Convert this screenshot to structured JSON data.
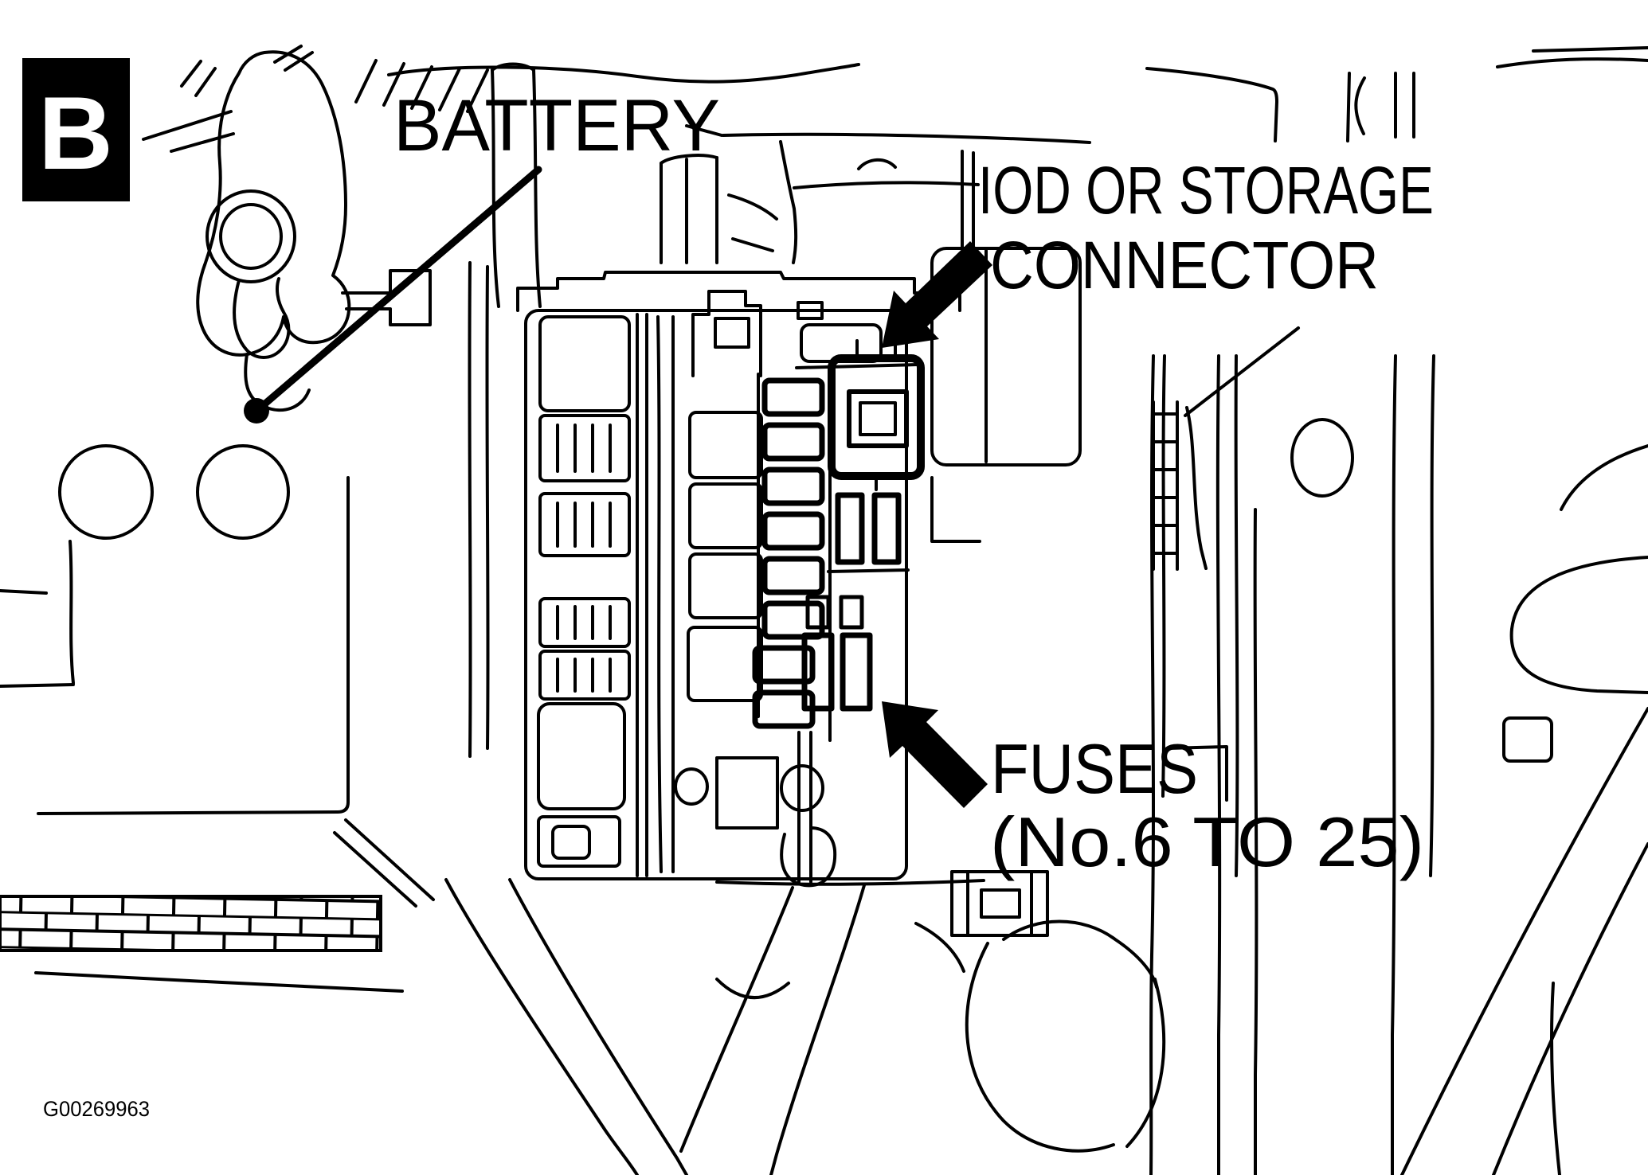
{
  "figure": {
    "panel_label": "B",
    "panel_label_color": "#ffffff",
    "figure_id": "G00269963",
    "background": "#ffffff",
    "line_color": "#000000"
  },
  "labels": {
    "battery": {
      "text": "BATTERY"
    },
    "iod": {
      "line1": "IOD OR STORAGE",
      "line2": "CONNECTOR"
    },
    "fuses": {
      "line1": "FUSES",
      "line2": "(No.6 TO 25)"
    }
  }
}
